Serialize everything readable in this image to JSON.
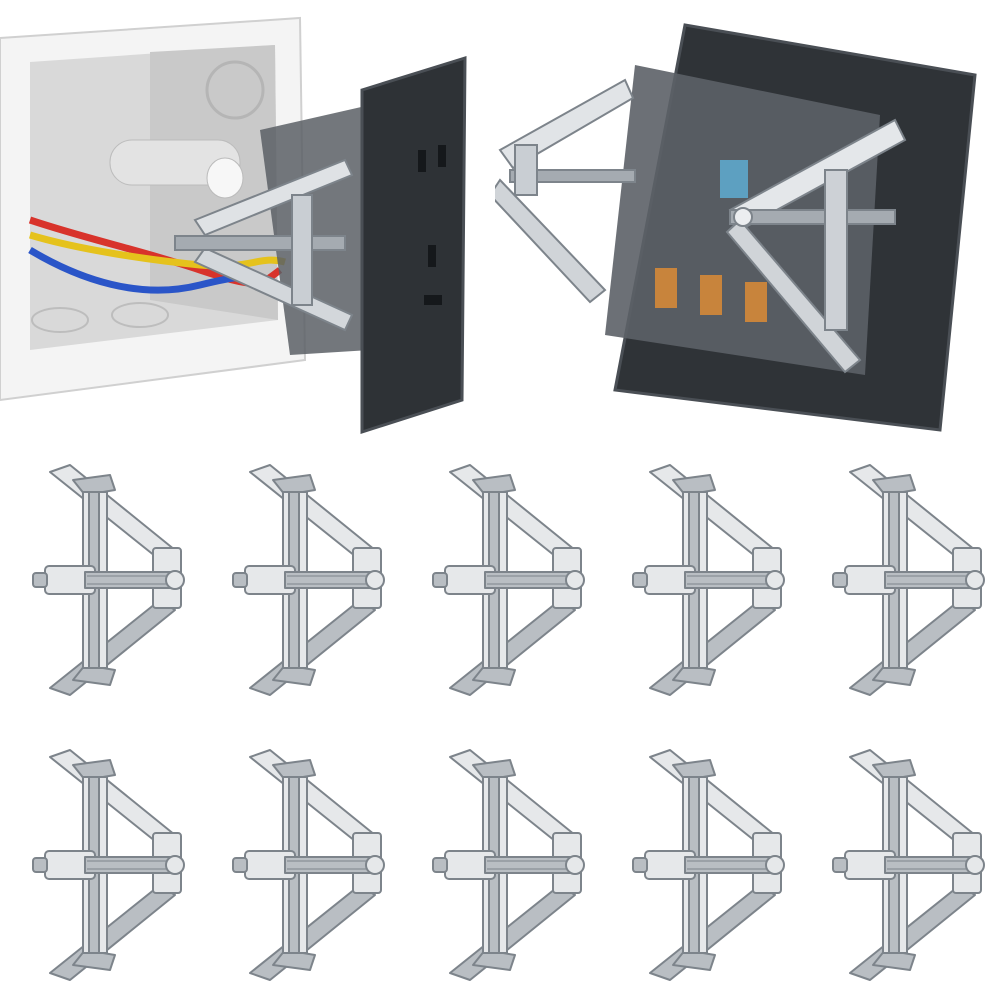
{
  "image": {
    "background": "#ffffff",
    "scenes": [
      {
        "name": "junction-box-install-scene",
        "description_icon": "junction-box-with-socket-and-clip"
      },
      {
        "name": "socket-back-clips-scene",
        "description_icon": "socket-back-with-two-clips"
      }
    ],
    "clip_grid": {
      "rows": 2,
      "columns": 5,
      "count": 10
    },
    "colors": {
      "metal_light": "#e6e8ea",
      "metal_mid": "#b9bec3",
      "metal_dark": "#7d848b",
      "panel_dark": "#2e3236",
      "panel_edge": "#4a4f55",
      "box_white": "#f2f2f2",
      "box_shadow": "#cfcfcf",
      "wire_red": "#d8332b",
      "wire_yellow": "#e5c21c",
      "wire_blue": "#2a55c8",
      "terminal_orange": "#c8843c"
    }
  }
}
